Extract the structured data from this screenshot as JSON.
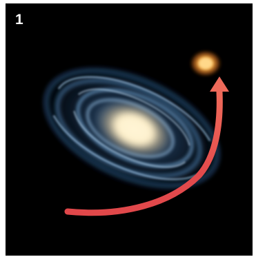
{
  "panel": {
    "number": "1"
  },
  "scene": {
    "objects": [
      "spiral-galaxy",
      "companion-galaxy",
      "trajectory-arrow"
    ]
  },
  "colors": {
    "background": "#000000",
    "galaxy_core": "#fff1c8",
    "galaxy_arms": "#5f9ed6",
    "companion": "#ff9a2a",
    "arrow": "#e0474a"
  }
}
